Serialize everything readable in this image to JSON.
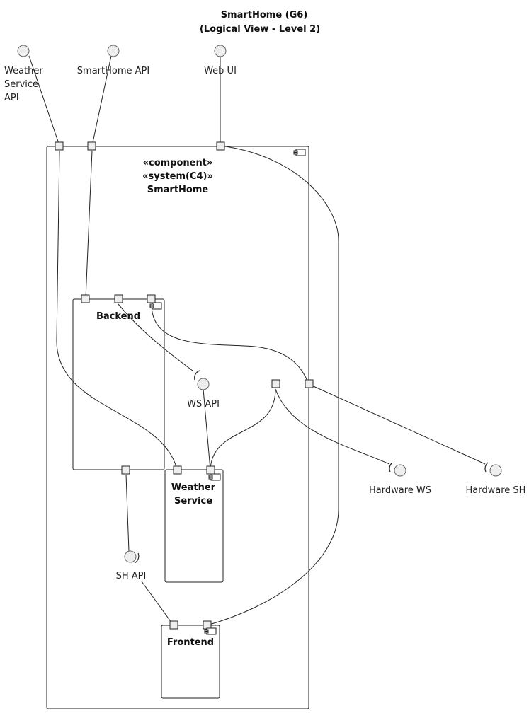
{
  "title": {
    "line1": "SmartHome (G6)",
    "line2": "(Logical View - Level 2)"
  },
  "system": {
    "stereotype1": "«component»",
    "stereotype2": "«system(C4)»",
    "name": "SmartHome"
  },
  "components": {
    "backend": "Backend",
    "weather_service": [
      "Weather",
      "Service"
    ],
    "frontend": "Frontend"
  },
  "interfaces": {
    "weather_service_api": [
      "Weather",
      "Service",
      "API"
    ],
    "smarthome_api": "SmartHome API",
    "web_ui": "Web UI",
    "ws_api": "WS API",
    "sh_api": "SH API",
    "hardware_ws": "Hardware WS",
    "hardware_sh": "Hardware SH"
  }
}
